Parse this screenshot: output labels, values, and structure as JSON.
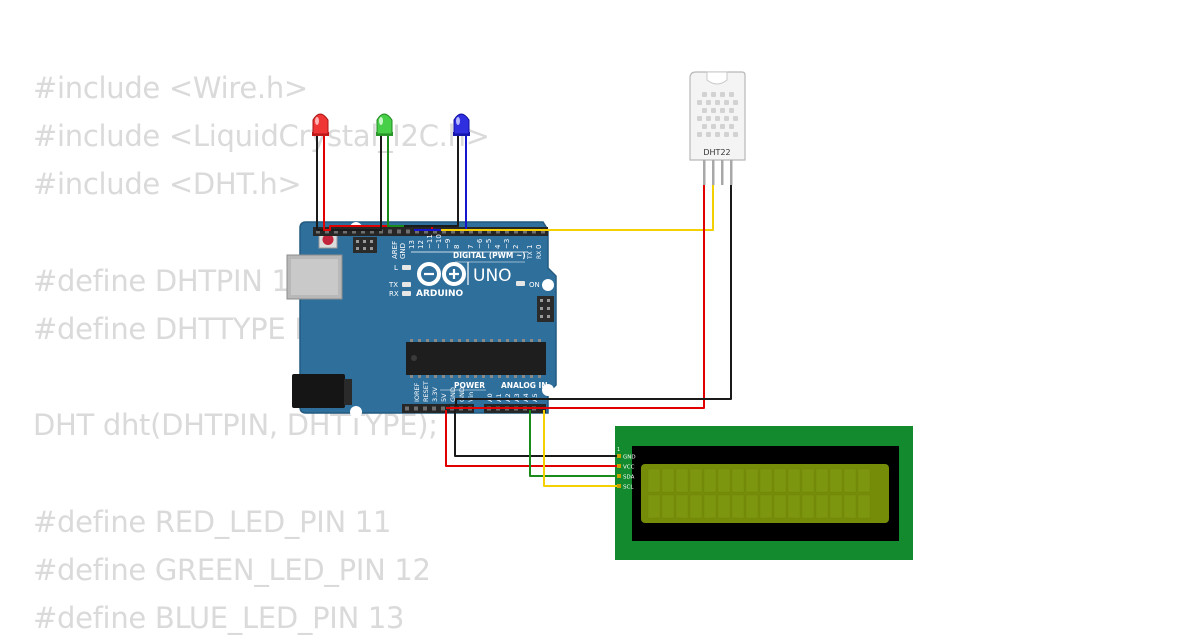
{
  "code_lines": [
    "#include <Wire.h>",
    "#include <LiquidCrystal_I2C.h>",
    "#include <DHT.h>",
    "",
    "#define DHTPIN 10",
    "#define DHTTYPE DHT22",
    "",
    "DHT dht(DHTPIN, DHTTYPE);",
    "",
    "#define RED_LED_PIN 11",
    "#define GREEN_LED_PIN 12",
    "#define BLUE_LED_PIN 13"
  ],
  "arduino": {
    "brand": "ARDUINO",
    "model": "UNO",
    "digital_header": "DIGITAL (PWM ~)",
    "power_header": "POWER",
    "analog_header": "ANALOG IN",
    "led_l": "L",
    "led_tx": "TX",
    "led_rx": "RX",
    "led_on": "ON",
    "aref": "AREF",
    "gnd": "GND",
    "digital_pins": [
      "13",
      "12",
      "~11",
      "~10",
      "~9",
      "8",
      "7",
      "~6",
      "~5",
      "4",
      "~3",
      "2",
      "1",
      "0"
    ],
    "tx_label": "TX",
    "rx_label": "RX",
    "power_pins": [
      "IOREF",
      "RESET",
      "3.3V",
      "5V",
      "GND",
      "GND",
      "Vin"
    ],
    "analog_pins": [
      "A0",
      "A1",
      "A2",
      "A3",
      "A4",
      "A5"
    ]
  },
  "sensor": {
    "label": "DHT22"
  },
  "lcd": {
    "pin1": "1",
    "pins": [
      "GND",
      "VCC",
      "SDA",
      "SCL"
    ]
  },
  "colors": {
    "board": "#2f6f9c",
    "board_edge": "#245a80",
    "wire_red": "#e00000",
    "wire_black": "#1a1a1a",
    "wire_green": "#1a8a1a",
    "wire_blue": "#1515d0",
    "wire_yellow": "#f5d000",
    "lcd_pcb": "#138a2e",
    "lcd_screen": "#748c08",
    "code_text": "#dadada"
  }
}
